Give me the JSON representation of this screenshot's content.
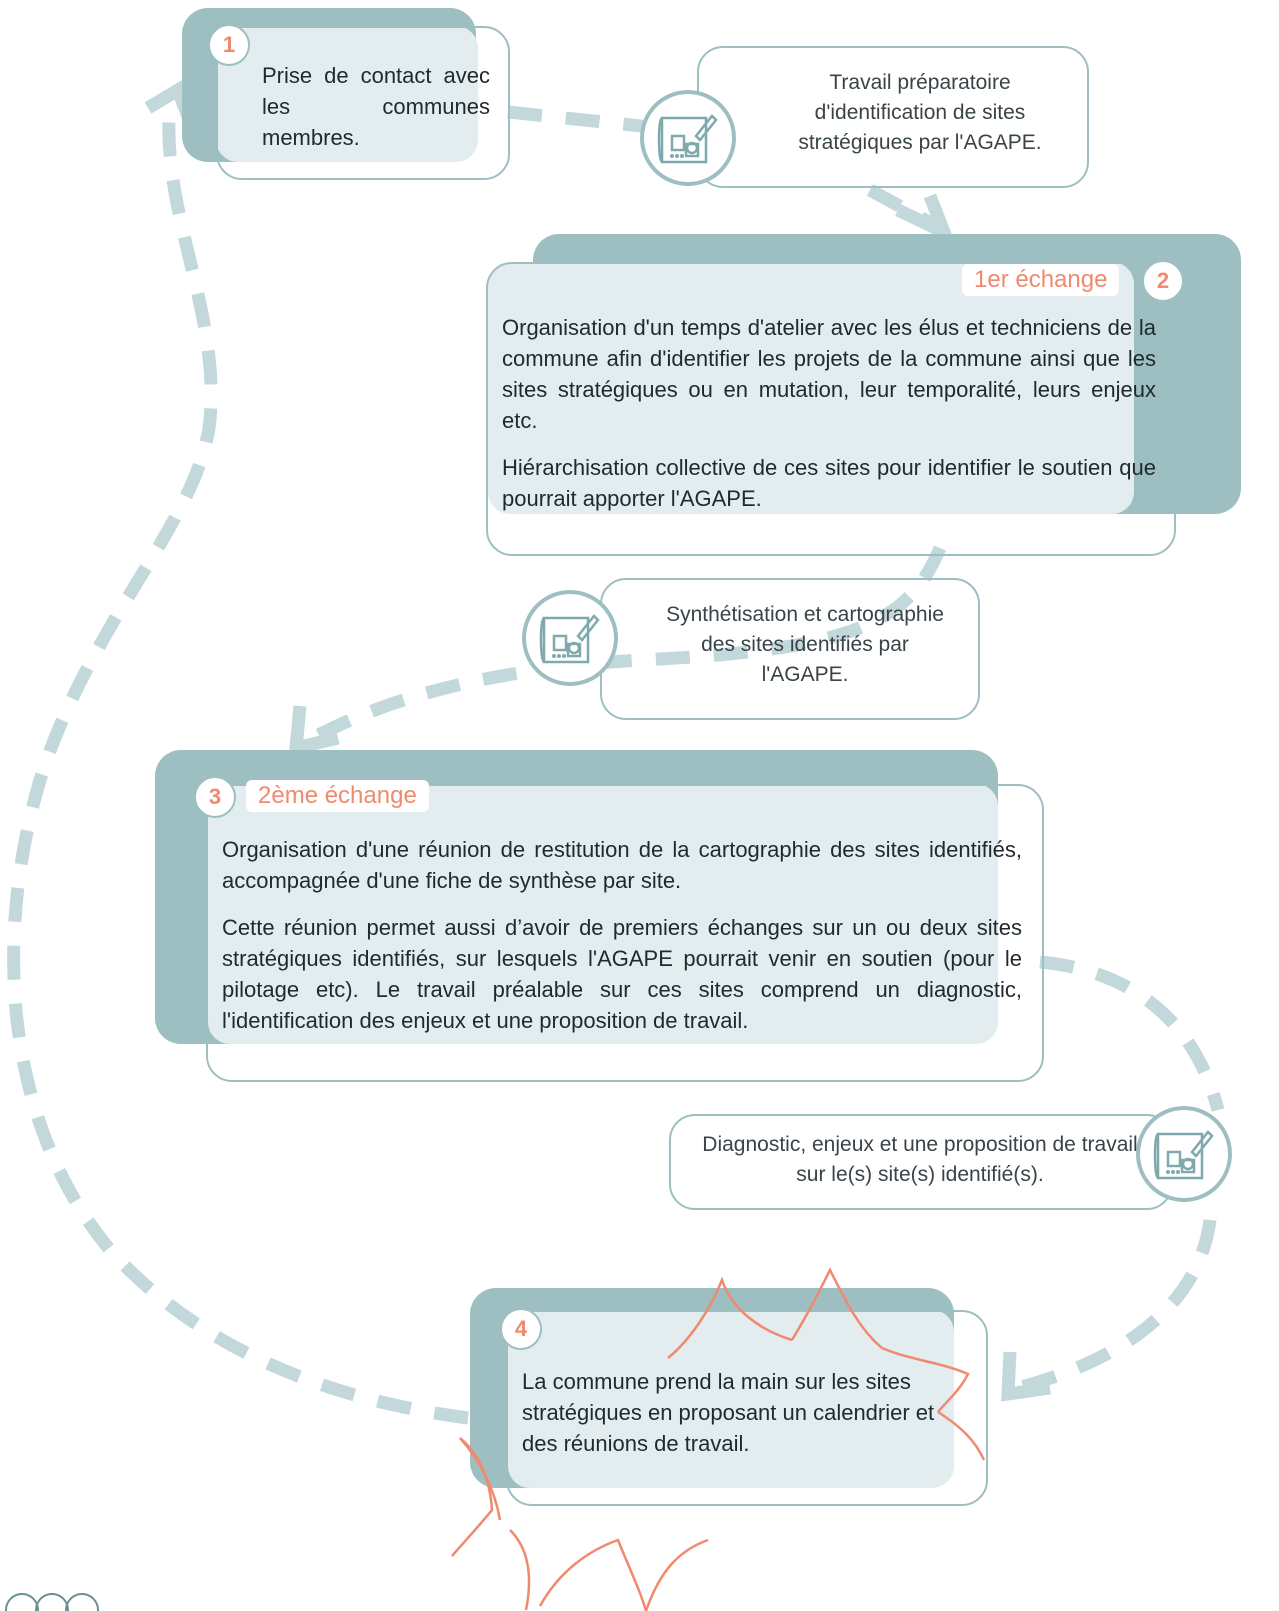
{
  "steps": {
    "s1": {
      "num": "1",
      "text": "Prise de contact avec les communes membres."
    },
    "s2": {
      "num": "2",
      "tag": "1er échange",
      "p1": "Organisation d'un temps d'atelier avec les élus et techniciens de la commune afin d'identifier les projets de la commune ainsi que les sites stratégiques ou en mutation, leur temporalité, leurs enjeux etc.",
      "p2": "Hiérarchisation collective de ces sites pour identifier le soutien que pourrait apporter l'AGAPE."
    },
    "s3": {
      "num": "3",
      "tag": "2ème échange",
      "p1": "Organisation d'une réunion de restitution de la cartographie des sites identifiés, accompagnée d'une fiche de synthèse par site.",
      "p2": "Cette réunion permet aussi d’avoir de premiers échanges sur un ou deux sites stratégiques identifiés, sur lesquels l'AGAPE pourrait venir en soutien (pour le pilotage etc). Le travail préalable sur ces sites comprend un diagnostic, l'identification des enjeux et une proposition de travail."
    },
    "s4": {
      "num": "4",
      "text": "La commune prend la main sur les sites stratégiques en proposant un calendrier et des réunions de travail."
    }
  },
  "notes": {
    "n1": "Travail préparatoire d'identification de sites stratégiques par l'AGAPE.",
    "n2": "Synthétisation et cartographie des sites identifiés par l'AGAPE.",
    "n3": "Diagnostic, enjeux et une proposition de travail sur le(s) site(s) identifié(s)."
  },
  "icons": [
    "blueprint-icon",
    "blueprint-icon",
    "blueprint-icon"
  ],
  "colors": {
    "accent": "#ef8a6e",
    "teal": "#9dbfc2",
    "light": "#e3ecee"
  }
}
